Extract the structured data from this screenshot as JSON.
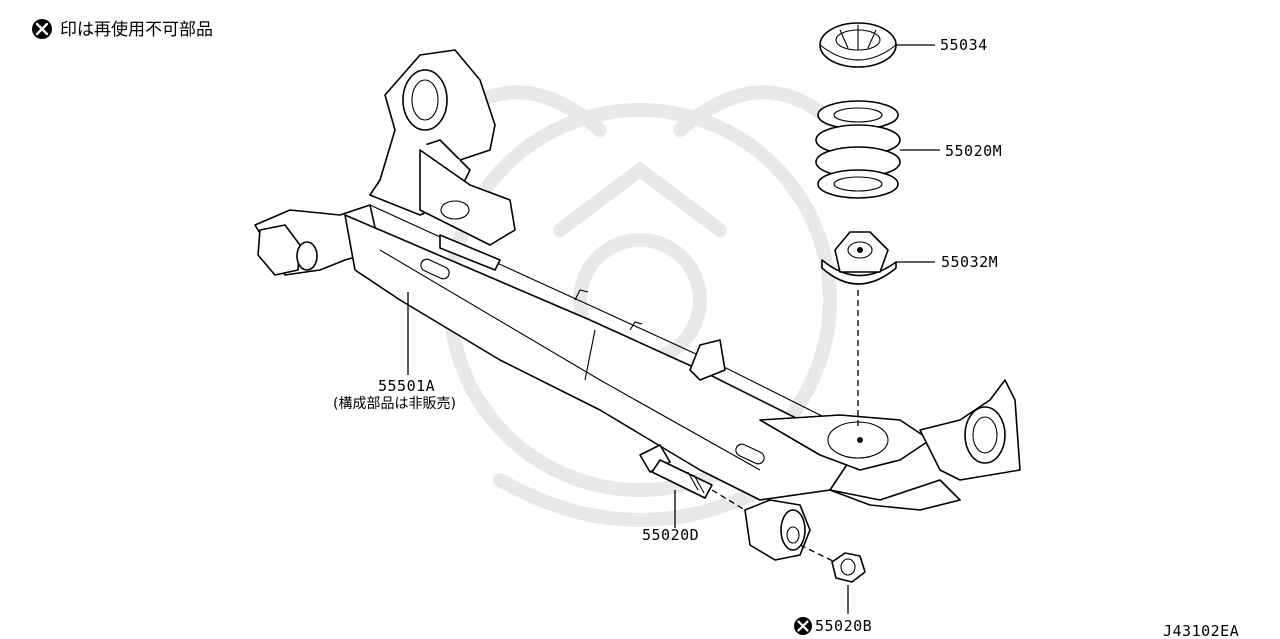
{
  "legend": {
    "icon": "x-circle-icon",
    "text": "印は再使用不可部品"
  },
  "parts": {
    "p55034": "55034",
    "p55020M": "55020M",
    "p55032M": "55032M",
    "p55501A": "55501A",
    "p55501A_note": "(構成部品は非販売)",
    "p55020D": "55020D",
    "p55020B": "55020B"
  },
  "diagram_code": "J43102EA",
  "colors": {
    "line": "#000000",
    "watermark": "#e6e6e6"
  }
}
